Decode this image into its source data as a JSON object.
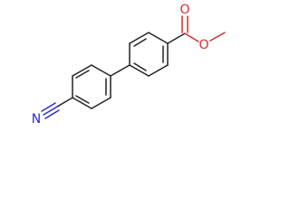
{
  "molecule": {
    "atoms": {
      "nitrile_nitrogen": "N",
      "carbonyl_oxygen": "O",
      "ester_oxygen": "O"
    },
    "colors": {
      "bond": "#222222",
      "nitrogen": "#2b2bd6",
      "oxygen": "#d62b2b",
      "background": "#ffffff"
    }
  }
}
